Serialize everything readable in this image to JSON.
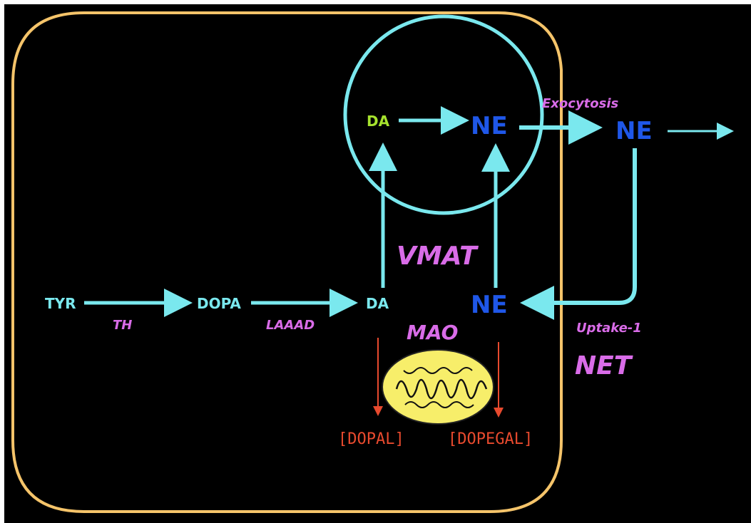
{
  "labels": {
    "tyr": "TYR",
    "dopa": "DOPA",
    "da_cytosol": "DA",
    "ne_cytosol": "NE",
    "da_vesicle": "DA",
    "ne_vesicle": "NE",
    "ne_extracellular": "NE",
    "dopal": "[DOPAL]",
    "dopegal": "[DOPEGAL]"
  },
  "enzymes": {
    "th": "TH",
    "laaad": "LAAAD",
    "mao": "MAO",
    "vmat": "VMAT",
    "net": "NET"
  },
  "processes": {
    "exocytosis": "Exocytosis",
    "uptake": "Uptake-1"
  },
  "colors": {
    "background": "#000000",
    "cell_membrane": "#f5c46a",
    "pathway": "#7ae8ee",
    "norepinephrine": "#1f57e8",
    "dopamine_vesicle": "#a6e22e",
    "enzyme_text": "#d96ce8",
    "aldehyde": "#e84a2e",
    "mitochondrion": "#f7ee6a"
  }
}
